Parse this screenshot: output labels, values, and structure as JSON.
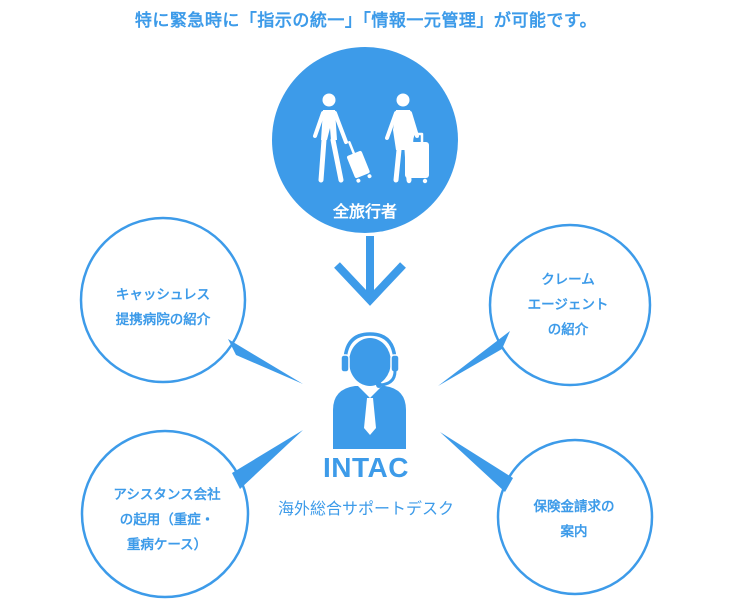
{
  "headline": "特に緊急時に「指示の統一」「情報一元管理」が可能です。",
  "top_node": {
    "label": "全旅行者",
    "icon": "travelers-with-suitcases-icon"
  },
  "center": {
    "title": "INTAC",
    "subtitle": "海外総合サポートデスク",
    "icon": "support-operator-headset-icon"
  },
  "services": [
    {
      "id": "cashless",
      "lines": [
        "キャッシュレス",
        "提携病院の紹介"
      ]
    },
    {
      "id": "claim-agent",
      "lines": [
        "クレーム",
        "エージェント",
        "の紹介"
      ]
    },
    {
      "id": "assistance",
      "lines": [
        "アシスタンス会社",
        "の起用（重症・",
        "重病ケース）"
      ]
    },
    {
      "id": "insurance-claim",
      "lines": [
        "保険金請求の",
        "案内"
      ]
    }
  ],
  "colors": {
    "primary": "#3d9be9",
    "circle_fill": "#3d9be9",
    "circle_border": "#3d9be9",
    "background": "#ffffff",
    "on_primary_text": "#ffffff"
  }
}
